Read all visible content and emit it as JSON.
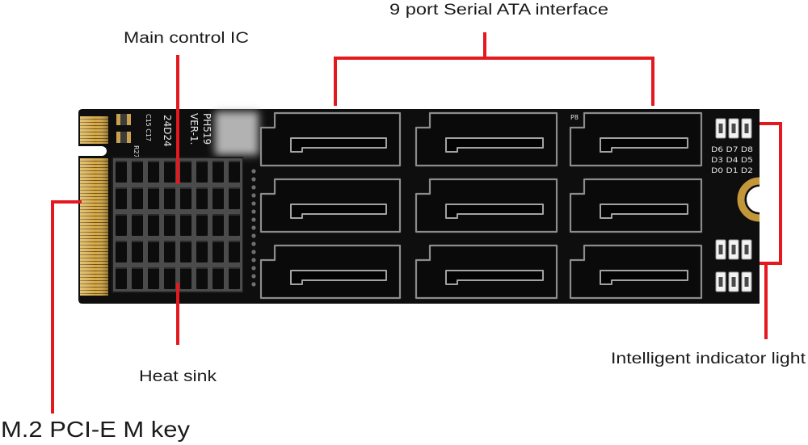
{
  "labels": {
    "sata_interface": "9 port Serial ATA interface",
    "main_control_ic": "Main control IC",
    "heat_sink": "Heat sink",
    "m2_key": "M.2 PCI-E M key",
    "indicator_light": "Intelligent indicator light"
  },
  "board": {
    "sata_port_count": 9,
    "led_count": 9,
    "silkscreen": {
      "model": "PH519",
      "version": "VER-1.",
      "date_code": "24D24",
      "capacitors": "C15 C17",
      "resistor": "R27",
      "port_label": "P8",
      "led_rows": [
        "D6 D7 D8",
        "D3 D4 D5",
        "D0 D1 D2"
      ]
    }
  },
  "colors": {
    "annotation": "#e3191f",
    "pcb": "#0e0e0e",
    "gold": "#d6a944"
  }
}
